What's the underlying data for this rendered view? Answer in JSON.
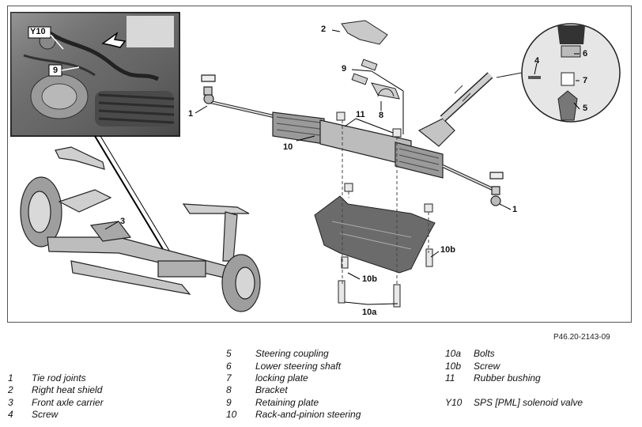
{
  "callouts": {
    "y10": "Y10",
    "inset_9": "9",
    "c1_left": "1",
    "c1_right": "1",
    "c2": "2",
    "c3": "3",
    "c4": "4",
    "c5": "5",
    "c6": "6",
    "c7": "7",
    "c8": "8",
    "c9": "9",
    "c10": "10",
    "c10a": "10a",
    "c10b_top": "10b",
    "c10b_bottom": "10b",
    "c11": "11"
  },
  "figure_ref": "P46.20-2143-09",
  "legend": {
    "col1": [
      {
        "num": "1",
        "text": "Tie rod joints"
      },
      {
        "num": "2",
        "text": "Right heat shield"
      },
      {
        "num": "3",
        "text": "Front axle carrier"
      },
      {
        "num": "4",
        "text": "Screw"
      }
    ],
    "col2": [
      {
        "num": "5",
        "text": "Steering coupling"
      },
      {
        "num": "6",
        "text": "Lower steering shaft"
      },
      {
        "num": "7",
        "text": "locking plate"
      },
      {
        "num": "8",
        "text": "Bracket"
      },
      {
        "num": "9",
        "text": "Retaining plate"
      },
      {
        "num": "10",
        "text": "Rack-and-pinion steering"
      }
    ],
    "col3": [
      {
        "num": "10a",
        "text": "Bolts"
      },
      {
        "num": "10b",
        "text": "Screw"
      },
      {
        "num": "11",
        "text": "Rubber bushing"
      },
      {
        "num": "Y10",
        "text": "SPS [PML] solenoid valve"
      }
    ]
  }
}
